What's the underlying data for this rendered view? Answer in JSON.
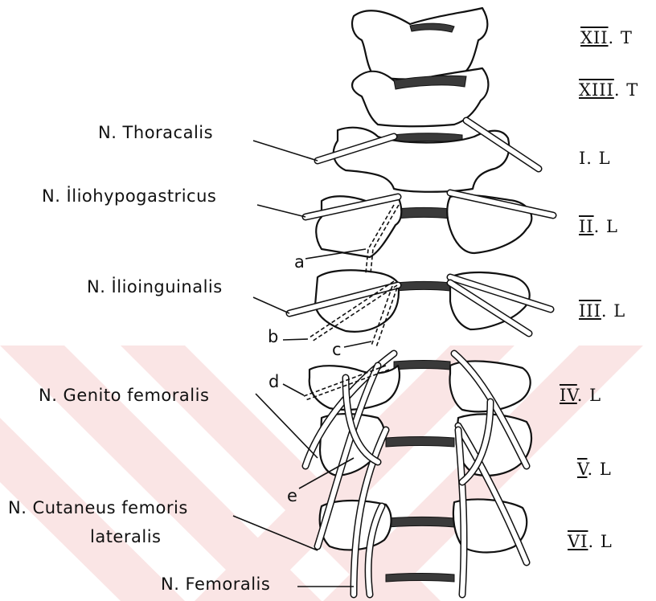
{
  "nerves": {
    "thoracalis": "N. Thoracalis",
    "iliohypogastricus": "N. İliohypogastricus",
    "ilioinguinalis": "N. İlioinguinalis",
    "genitofemoralis": "N. Genito   femoralis",
    "cutaneus_line1": "N. Cutaneus   femoris",
    "cutaneus_line2": "lateralis",
    "femoralis": "N. Femoralis"
  },
  "letters": {
    "a": "a",
    "b": "b",
    "c": "c",
    "d": "d",
    "e": "e"
  },
  "levels": [
    {
      "numeral": "XII",
      "suffix": ". T"
    },
    {
      "numeral": "XIII",
      "suffix": ". T"
    },
    {
      "numeral": "I",
      "suffix": ". L"
    },
    {
      "numeral": "II",
      "suffix": ". L"
    },
    {
      "numeral": "III",
      "suffix": ". L"
    },
    {
      "numeral": "IV",
      "suffix": ". L"
    },
    {
      "numeral": "V",
      "suffix": ". L"
    },
    {
      "numeral": "VI",
      "suffix": ". L"
    }
  ],
  "colors": {
    "ink": "#111111",
    "disc": "#3a3a3a",
    "watermark": "#f6d0d0"
  }
}
